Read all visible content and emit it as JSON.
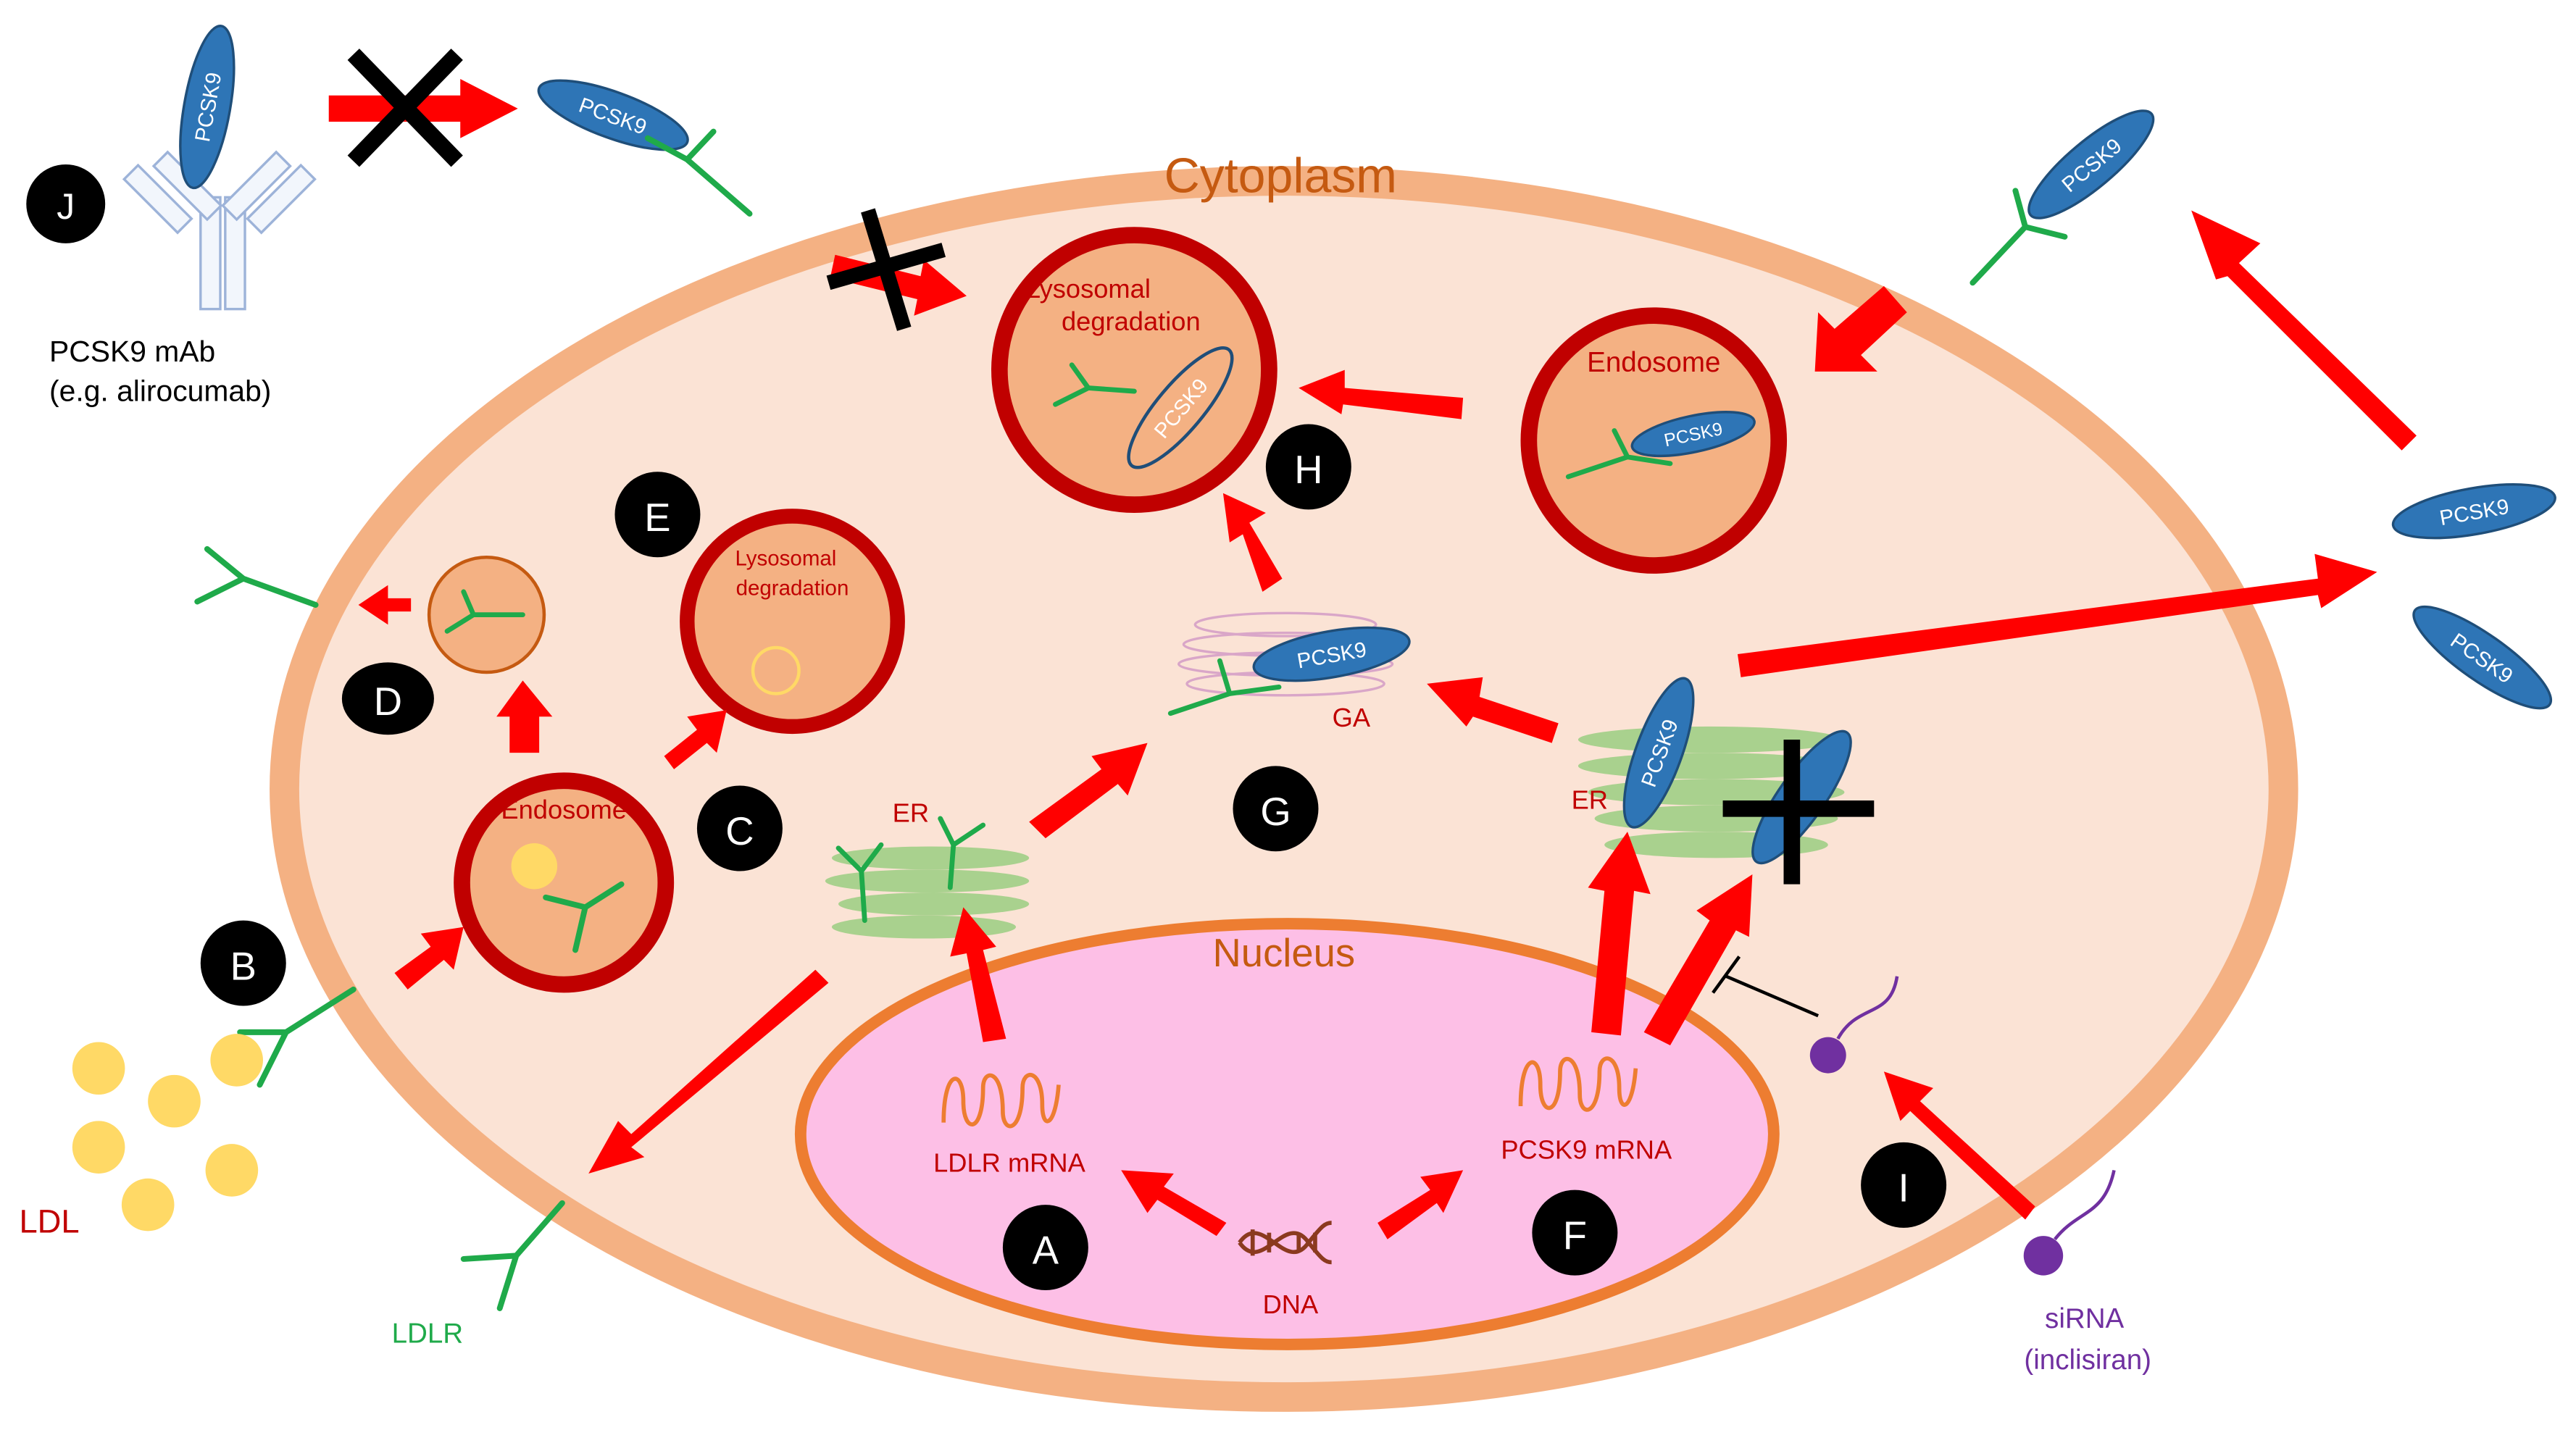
{
  "colors": {
    "cell_fill": "#FBE3D5",
    "cell_border": "#F4B183",
    "nucleus_fill": "#FDBFE6",
    "nucleus_border": "#ED7D31",
    "vesicle_fill": "#F4B183",
    "vesicle_border": "#C00000",
    "arrow": "#FF0000",
    "ldl": "#FFD966",
    "ldlr": "#1FAA4A",
    "pcsk9_fill": "#2E75B6",
    "pcsk9_border": "#1F4E79",
    "sirna": "#7030A0",
    "er": "#A9D18E",
    "ga": "#D9A6C8",
    "dark_red_text": "#C00000",
    "orange_text": "#C55A11",
    "label_badge": "#000000"
  },
  "labels": {
    "cytoplasm": "Cytoplasm",
    "nucleus": "Nucleus",
    "pcsk9": "PCSK9",
    "mab_name": "PCSK9 mAb",
    "mab_example": "(e.g. alirocumab)",
    "ldl": "LDL",
    "ldlr": "LDLR",
    "endosome": "Endosome",
    "lysosomal_1": "Lysosomal",
    "lysosomal_2": "degradation",
    "er": "ER",
    "ga": "GA",
    "dna": "DNA",
    "ldlr_mrna": "LDLR mRNA",
    "pcsk9_mrna": "PCSK9 mRNA",
    "sirna": "siRNA",
    "sirna_example": "(inclisiran)"
  },
  "steps": [
    "A",
    "B",
    "C",
    "D",
    "E",
    "F",
    "G",
    "H",
    "I",
    "J"
  ]
}
